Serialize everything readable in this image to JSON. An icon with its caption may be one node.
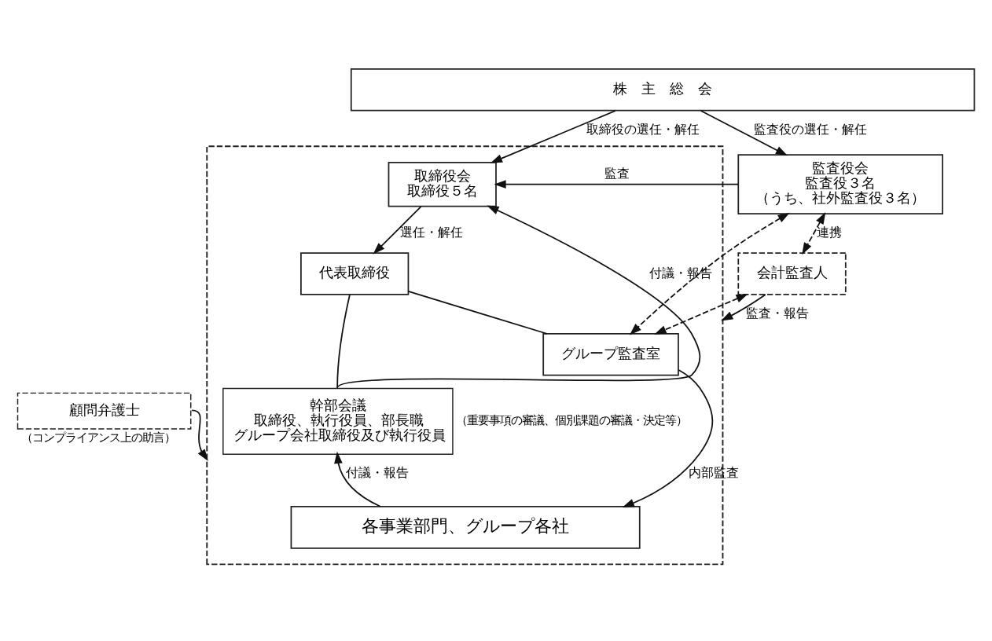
{
  "diagram": {
    "nodes": [
      {
        "text": [
          "株　主　総　会"
        ]
      },
      {
        "text": [
          "監査役会",
          "監査役３名",
          "（うち、社外監査役３名）"
        ]
      },
      {
        "text": [
          "会計監査人"
        ]
      },
      {
        "text": [],
        "shape": "box"
      },
      {
        "text": [
          "取締役会",
          "取締役５名"
        ],
        "in": 3
      },
      {
        "text": [
          "代表取締役"
        ],
        "in": 3
      },
      {
        "text": [
          "グループ監査室"
        ],
        "in": 3
      },
      {
        "text": [
          "幹部会議",
          "取締役、執行役員、部長職",
          "グループ会社取締役及び執行役員"
        ],
        "in": 3,
        "beside": [
          "（重要事項の審議、個別課題の審議・決定等）"
        ]
      },
      {
        "text": [
          "顧問弁護士"
        ],
        "beside": [
          "（コンプライアンス上の助言）"
        ]
      },
      {
        "text": [
          "各事業部門、グループ各社"
        ],
        "in": 3
      }
    ],
    "edges": [
      {
        "from": 0,
        "to": 1,
        "arrow": "to",
        "label": "監査役の選任・解任"
      },
      {
        "from": 0,
        "to": 4,
        "arrow": "to",
        "label": "取締役の選任・解任"
      },
      {
        "from": 1,
        "to": 4,
        "arrow": "to",
        "label": "監査"
      },
      {
        "from": 1,
        "to": 2,
        "arrow": "both",
        "style": "dashed",
        "label": "連携"
      },
      {
        "from": 1,
        "to": 6,
        "arrow": "both",
        "style": "dashed"
      },
      {
        "from": 2,
        "to": 6,
        "arrow": "both",
        "style": "dashed"
      },
      {
        "from": 2,
        "to": 3,
        "arrow": "to",
        "label": "監査・報告"
      },
      {
        "from": 8,
        "to": 3,
        "arrow": "to"
      },
      {
        "from": 4,
        "to": 5,
        "arrow": "to",
        "label": "選任・解任"
      },
      {
        "from": 5,
        "to": 7,
        "arrow": "none"
      },
      {
        "from": 6,
        "to": 5,
        "arrow": "none"
      },
      {
        "from": 7,
        "to": 4,
        "arrow": "to",
        "label": "付議・報告"
      },
      {
        "from": 6,
        "to": 9,
        "arrow": "to",
        "label": "内部監査"
      },
      {
        "from": 9,
        "to": 7,
        "arrow": "to",
        "label": "付議・報告"
      }
    ]
  }
}
